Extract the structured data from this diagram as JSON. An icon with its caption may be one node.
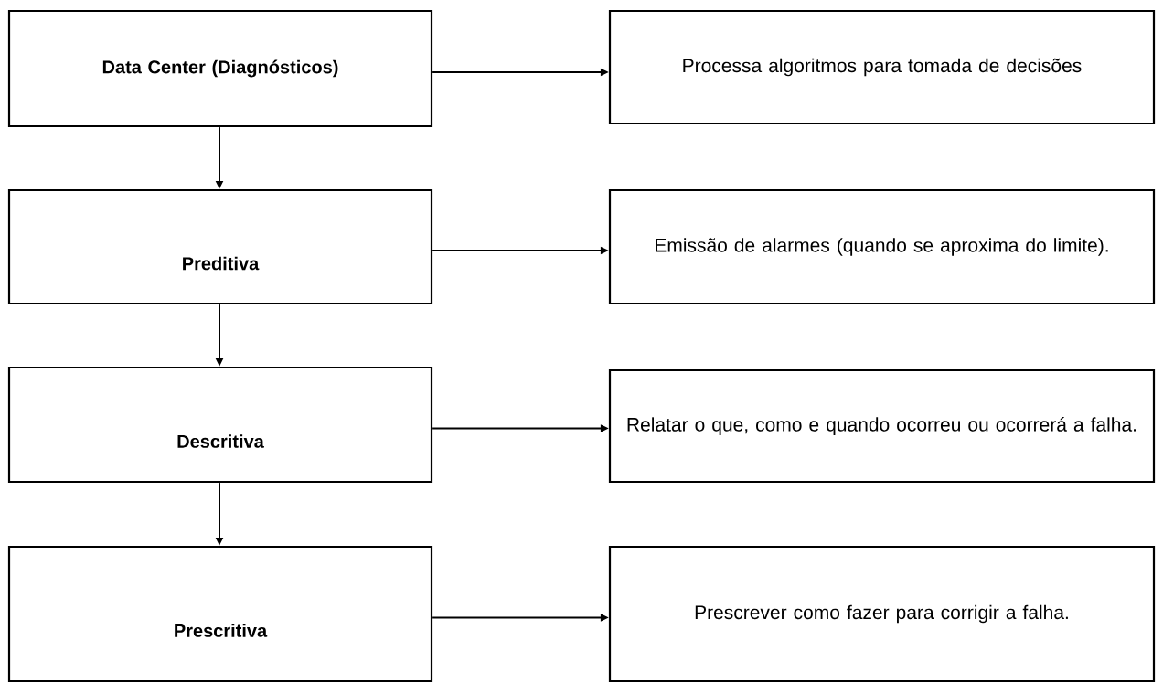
{
  "diagram": {
    "nodes": [
      {
        "text": [
          "Data Center (Diagnósticos)"
        ]
      },
      {
        "text": [
          "Processa algoritmos para tomada de decisões"
        ]
      },
      {
        "text": [
          "Preditiva"
        ]
      },
      {
        "text": [
          "Emissão de alarmes (quando se aproxima do limite)."
        ]
      },
      {
        "text": [
          "Descritiva"
        ]
      },
      {
        "text": [
          "Relatar o que, como e quando ocorreu ou ocorrerá a falha."
        ]
      },
      {
        "text": [
          "Prescritiva"
        ]
      },
      {
        "text": [
          "Prescrever como fazer para corrigir a falha."
        ]
      }
    ],
    "edges": [
      {
        "from": 0,
        "to": 1,
        "arrow": "to"
      },
      {
        "from": 0,
        "to": 2,
        "arrow": "to"
      },
      {
        "from": 2,
        "to": 3,
        "arrow": "to"
      },
      {
        "from": 2,
        "to": 4,
        "arrow": "to"
      },
      {
        "from": 4,
        "to": 5,
        "arrow": "to"
      },
      {
        "from": 4,
        "to": 6,
        "arrow": "to"
      },
      {
        "from": 6,
        "to": 7,
        "arrow": "to"
      }
    ]
  }
}
